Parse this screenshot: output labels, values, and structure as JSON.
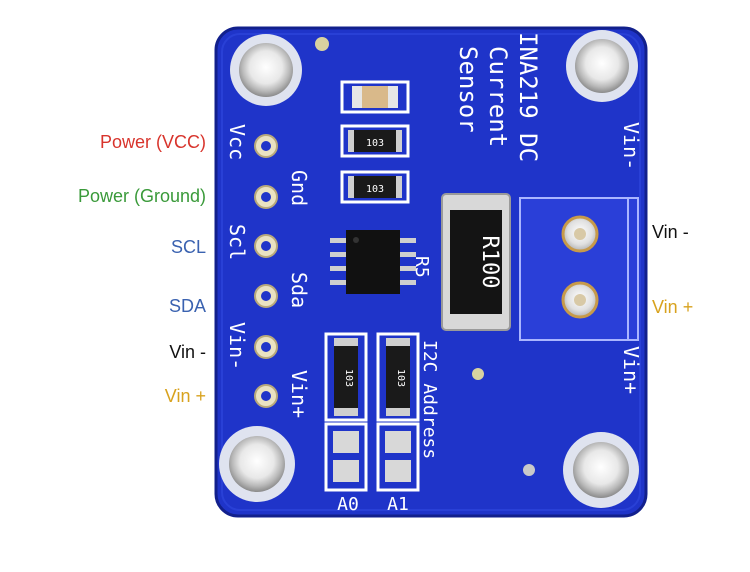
{
  "pin_labels": {
    "vcc": "Power (VCC)",
    "gnd": "Power (Ground)",
    "scl": "SCL",
    "sda": "SDA",
    "vin_minus": "Vin -",
    "vin_plus": "Vin +"
  },
  "terminal_labels": {
    "vin_minus": "Vin -",
    "vin_plus": "Vin +"
  },
  "board": {
    "title_line1": "INA219 DC",
    "title_line2": "Current",
    "title_line3": "Sensor",
    "pin_silk": [
      "Vcc",
      "Gnd",
      "Scl",
      "Sda",
      "Vin-",
      "Vin+"
    ],
    "resistor_codes": [
      "103",
      "103",
      "103",
      "103"
    ],
    "shunt_code": "R100",
    "shunt_ref": "R5",
    "address_label": "I2C Address",
    "jumpers": [
      "A0",
      "A1"
    ],
    "terminal_silk": [
      "Vin-",
      "Vin+"
    ]
  },
  "colors": {
    "board": "#1f34c9",
    "board_edge": "#12208c",
    "vcc_label": "#d8342c",
    "gnd_label": "#3a9a3a",
    "i2c_label": "#3a62b0",
    "vin_minus_label": "#111111",
    "vin_plus_label": "#d8a21e",
    "terminal_block": "#2a3fd8"
  }
}
